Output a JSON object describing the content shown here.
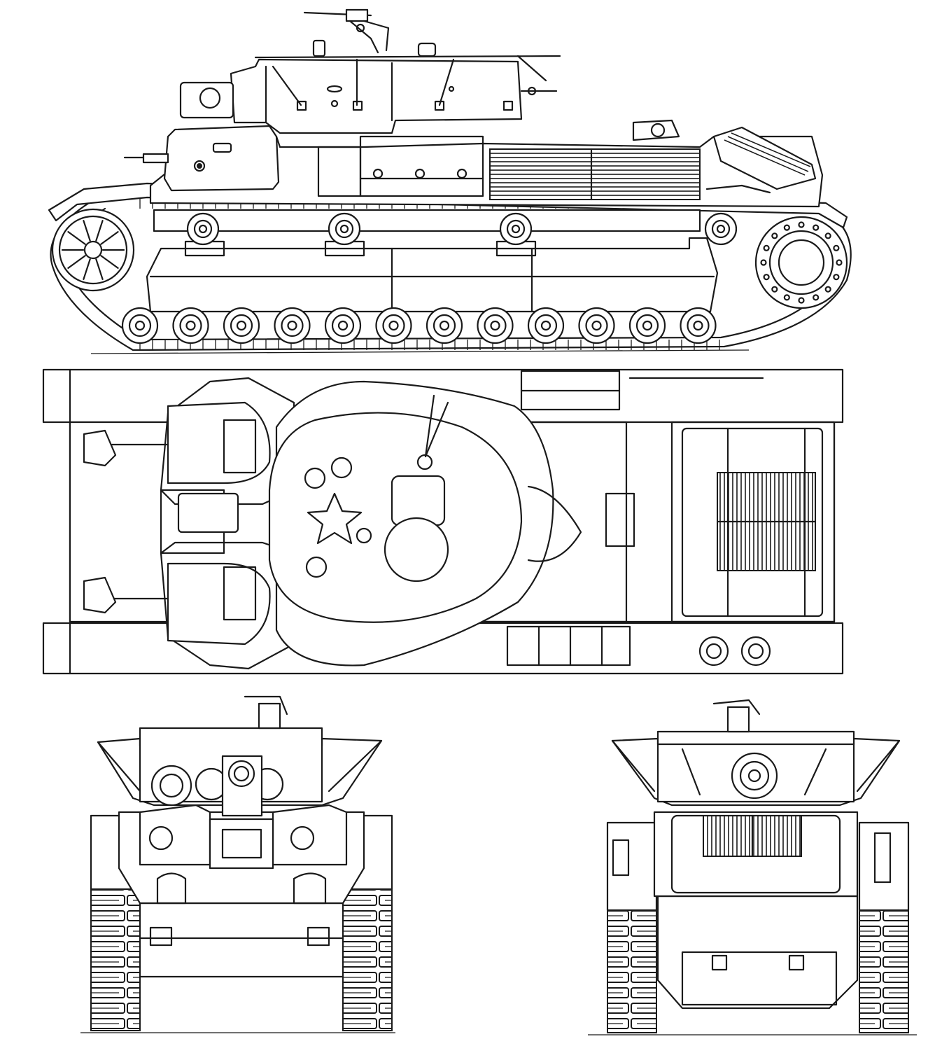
{
  "drawing": {
    "colors": {
      "line": "#1a1a1a",
      "paper": "#ffffff"
    },
    "views": [
      "side-view",
      "top-view",
      "front-view",
      "rear-view"
    ]
  }
}
